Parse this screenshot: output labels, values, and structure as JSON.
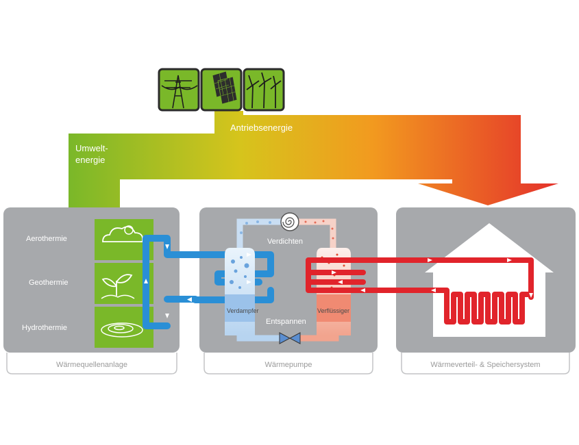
{
  "energy": {
    "drive_label": "Antriebsenergie",
    "environment_label_line1": "Umwelt-",
    "environment_label_line2": "energie",
    "drive_icons": [
      "power-pylon-icon",
      "solar-panel-icon",
      "wind-turbine-icon"
    ]
  },
  "sources": {
    "items": [
      {
        "label": "Aerothermie",
        "icon": "cloud-icon"
      },
      {
        "label": "Geothermie",
        "icon": "plant-icon"
      },
      {
        "label": "Hydrothermie",
        "icon": "water-ripple-icon"
      }
    ],
    "footer": "Wärmequellenanlage"
  },
  "heat_pump": {
    "compress_label": "Verdichten",
    "evaporator_label": "Verdampfer",
    "expand_label": "Entspannen",
    "condenser_label": "Verflüssiger",
    "footer": "Wärmepumpe"
  },
  "distribution": {
    "footer": "Wärmeverteil- & Speichersystem",
    "icon": "house-icon"
  },
  "colors": {
    "green": "#7ab829",
    "yellow": "#d6c41c",
    "orange": "#f29a1f",
    "red": "#e4312b",
    "cold_pipe": "#2a8fd6",
    "hot_pipe": "#e1242b",
    "panel": "#a7a9ac"
  }
}
